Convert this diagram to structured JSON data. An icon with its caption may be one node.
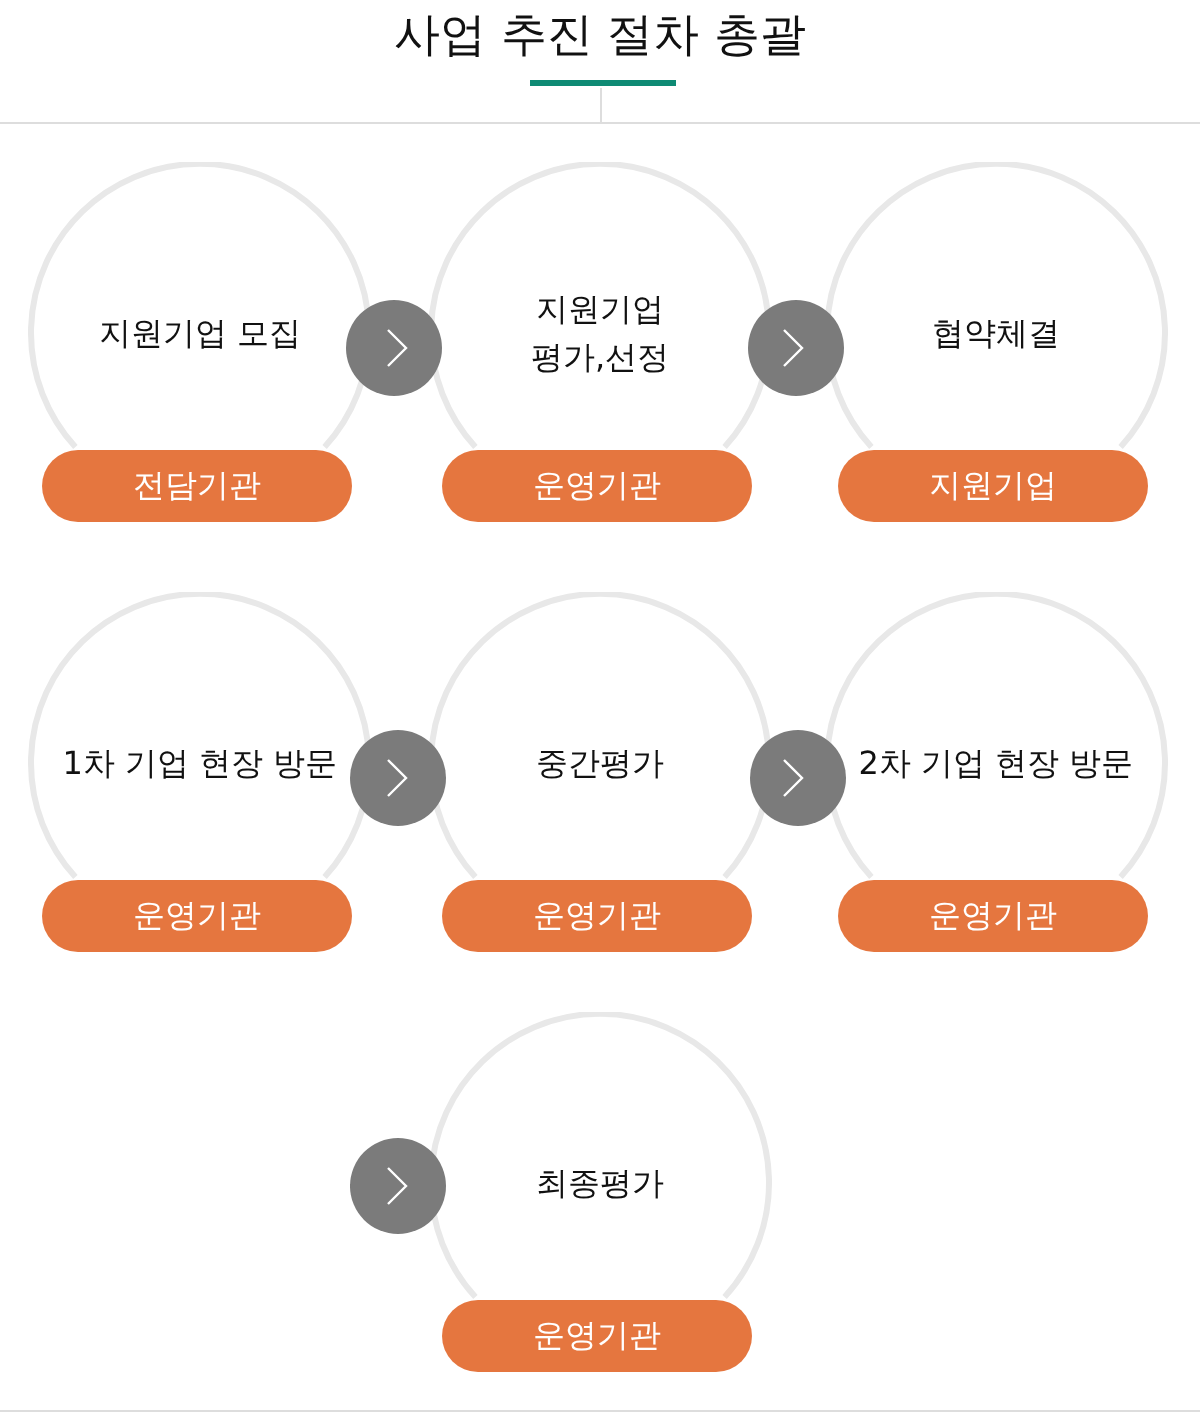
{
  "diagram": {
    "title": "사업 추진 절차 총괄",
    "nodes": [
      {
        "text": [
          "지원기업 모집"
        ]
      },
      {
        "text": [
          "전담기관"
        ]
      },
      {
        "text": [
          "지원기업 평가,선정"
        ]
      },
      {
        "text": [
          "운영기관"
        ]
      },
      {
        "text": [
          "협약체결"
        ]
      },
      {
        "text": [
          "지원기업"
        ]
      },
      {
        "text": [
          "1차 기업 현장 방문"
        ]
      },
      {
        "text": [
          "운영기관"
        ]
      },
      {
        "text": [
          "중간평가"
        ]
      },
      {
        "text": [
          "운영기관"
        ]
      },
      {
        "text": [
          "2차 기업 현장 방문"
        ]
      },
      {
        "text": [
          "운영기관"
        ]
      },
      {
        "text": [
          "최종평가"
        ]
      },
      {
        "text": [
          "운영기관"
        ]
      }
    ],
    "edges": [
      {
        "from": 0,
        "to": 2,
        "arrow": "to"
      },
      {
        "from": 2,
        "to": 4,
        "arrow": "to"
      },
      {
        "from": 6,
        "to": 8,
        "arrow": "to"
      },
      {
        "from": 8,
        "to": 10,
        "arrow": "to"
      },
      {
        "from": null,
        "to": 12,
        "arrow": "to"
      }
    ]
  }
}
